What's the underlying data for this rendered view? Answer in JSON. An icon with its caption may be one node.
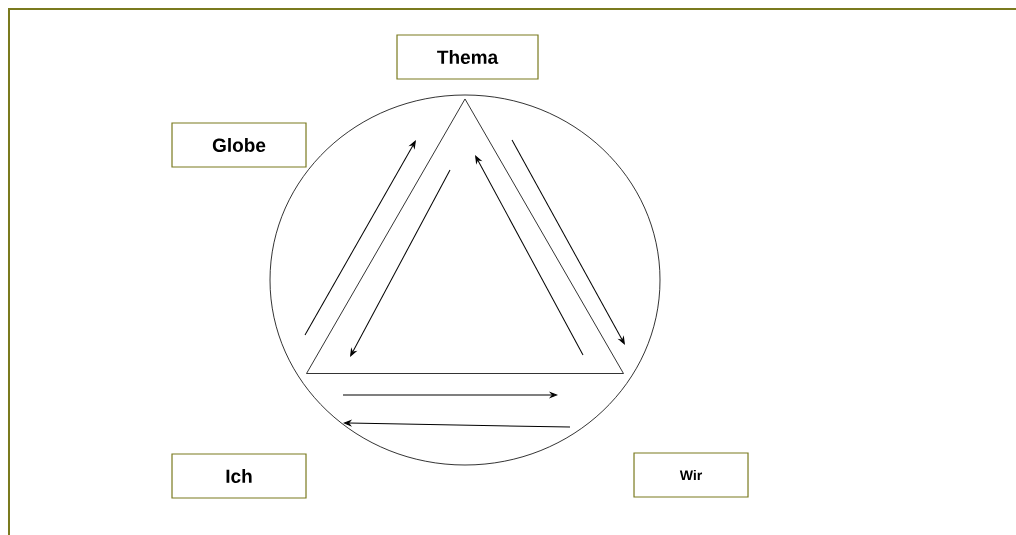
{
  "diagram": {
    "nodes": [
      {
        "text": [
          "Thema"
        ]
      },
      {
        "text": [
          "Globe"
        ]
      },
      {
        "text": [],
        "shape": "circle"
      },
      {
        "text": [],
        "shape": "triangle",
        "in": 2
      },
      {
        "text": [
          "Ich"
        ]
      },
      {
        "text": [
          "Wir"
        ]
      }
    ]
  }
}
